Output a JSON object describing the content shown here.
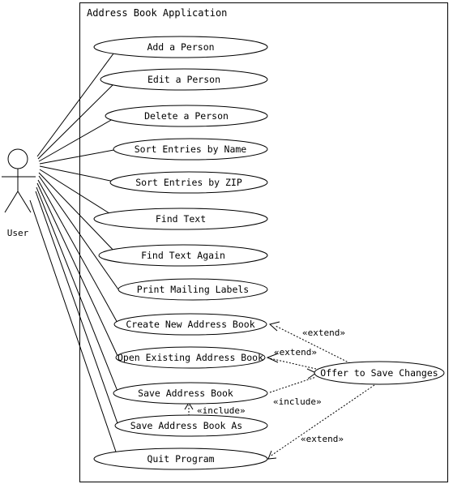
{
  "system": {
    "title": "Address Book Application"
  },
  "actor": {
    "name": "User"
  },
  "use_cases": [
    {
      "id": "add",
      "label": "Add a Person"
    },
    {
      "id": "edit",
      "label": "Edit a Person"
    },
    {
      "id": "delete",
      "label": "Delete a Person"
    },
    {
      "id": "sort_name",
      "label": "Sort Entries by Name"
    },
    {
      "id": "sort_zip",
      "label": "Sort Entries by ZIP"
    },
    {
      "id": "find",
      "label": "Find Text"
    },
    {
      "id": "find_again",
      "label": "Find Text Again"
    },
    {
      "id": "print",
      "label": "Print Mailing Labels"
    },
    {
      "id": "create",
      "label": "Create New Address Book"
    },
    {
      "id": "open",
      "label": "Open Existing Address Book"
    },
    {
      "id": "save",
      "label": "Save Address Book"
    },
    {
      "id": "save_as",
      "label": "Save Address Book As"
    },
    {
      "id": "quit",
      "label": "Quit Program"
    },
    {
      "id": "offer",
      "label": "Offer to Save Changes"
    }
  ],
  "relationships": [
    {
      "from": "offer",
      "to": "create",
      "type": "extend",
      "label": "«extend»"
    },
    {
      "from": "offer",
      "to": "open",
      "type": "extend",
      "label": "«extend»"
    },
    {
      "from": "save",
      "to": "offer",
      "type": "include",
      "label": "«include»"
    },
    {
      "from": "save_as",
      "to": "save",
      "type": "include",
      "label": "«include»"
    },
    {
      "from": "offer",
      "to": "quit",
      "type": "extend",
      "label": "«extend»"
    }
  ]
}
